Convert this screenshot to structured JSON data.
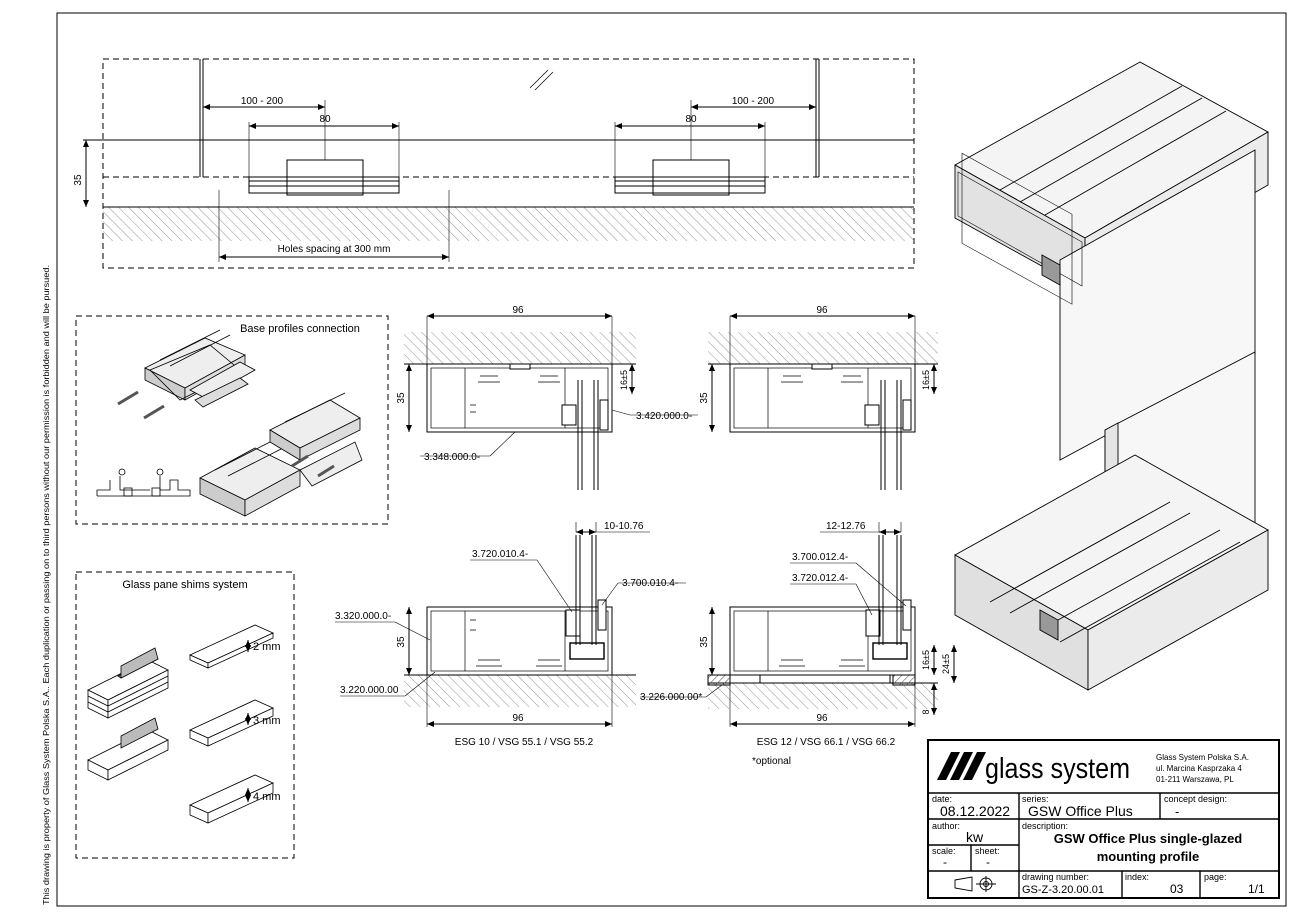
{
  "side_note": "This drawing is property of Glass System Polska S.A.. Each duplication or passing on to third persons without our permission is forbidden and will be pursued.",
  "top_view": {
    "dim_left_range": "100 - 200",
    "dim_right_range": "100 - 200",
    "dim_left_80": "80",
    "dim_right_80": "80",
    "dim_height": "35",
    "holes_label": "Holes spacing at 300 mm"
  },
  "base_profiles": {
    "title": "Base profiles connection"
  },
  "shims": {
    "title": "Glass pane shims system",
    "sizes": [
      "2 mm",
      "3 mm",
      "4 mm"
    ]
  },
  "sections": {
    "top_left": {
      "width": "96",
      "height": "35",
      "glass_gap": "16±5",
      "part_a": "3.420.000.0-",
      "part_b": "3.348.000.0-"
    },
    "top_right": {
      "width": "96",
      "height": "35",
      "glass_gap": "16±5"
    },
    "bottom_left": {
      "glass": "10-10.76",
      "part_a": "3.720.010.4-",
      "part_b": "3.700.010.4-",
      "part_c": "3.320.000.0-",
      "part_d": "3.220.000.00",
      "height": "35",
      "width": "96",
      "caption": "ESG 10 / VSG 55.1 / VSG 55.2"
    },
    "bottom_right": {
      "glass": "12-12.76",
      "part_a": "3.700.012.4-",
      "part_b": "3.720.012.4-",
      "part_c": "3.226.000.00*",
      "height": "35",
      "gap": "16±5",
      "total": "24±5",
      "bottom": "8",
      "width": "96",
      "caption": "ESG 12 / VSG 66.1 / VSG 66.2",
      "note": "*optional"
    }
  },
  "title_block": {
    "logo_text": "glass system",
    "company": [
      "Glass System Polska S.A.",
      "ul. Marcina Kasprzaka 4",
      "01-211 Warszawa, PL"
    ],
    "date_label": "date:",
    "date": "08.12.2022",
    "series_label": "series:",
    "series": "GSW Office Plus",
    "concept_label": "concept design:",
    "concept": "-",
    "author_label": "author:",
    "author": "kw",
    "description_label": "description:",
    "description": [
      "GSW Office Plus single-glazed",
      "mounting profile"
    ],
    "scale_label": "scale:",
    "scale": "-",
    "sheet_label": "sheet:",
    "sheet": "-",
    "drawing_number_label": "drawing number:",
    "drawing_number": "GS-Z-3.20.00.01",
    "index_label": "index:",
    "index": "03",
    "page_label": "page:",
    "page": "1/1"
  }
}
